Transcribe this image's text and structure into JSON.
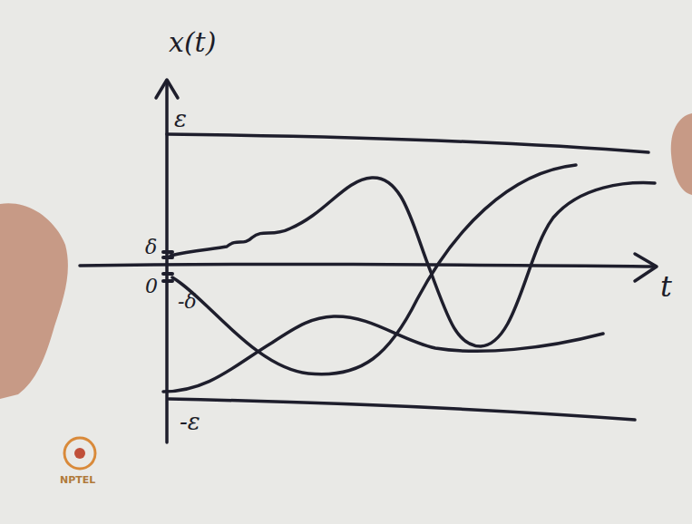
{
  "diagram": {
    "labels": [
      "x(t)",
      "ε",
      "δ",
      "0",
      "-δ",
      "-ε",
      "t",
      "NPTEL"
    ]
  }
}
